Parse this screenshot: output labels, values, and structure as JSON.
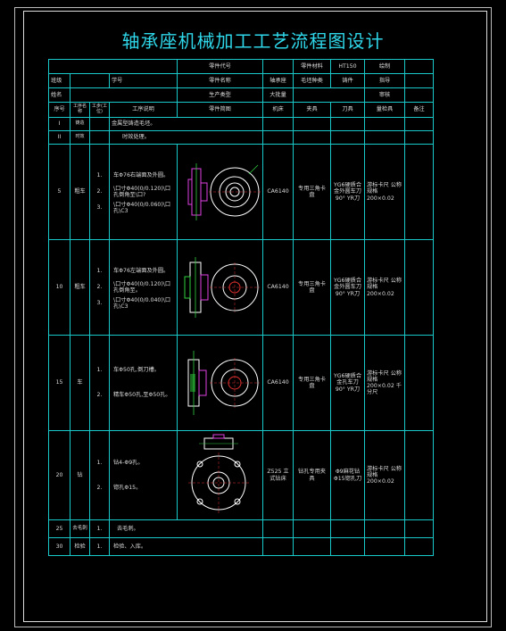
{
  "title": "轴承座机械加工工艺流程图设计",
  "header": {
    "row1": {
      "part_code_label": "零件代号",
      "material_label": "零件材料",
      "material": "HT150",
      "drawn_label": "绘制"
    },
    "row2": {
      "class_label": "班级",
      "student_no_label": "学号",
      "part_name_label": "零件名称",
      "part_name": "轴承座",
      "blank_type_label": "毛坯种类",
      "blank_type": "铸件",
      "guide_label": "指导"
    },
    "row3": {
      "name_label": "姓名",
      "production_type_label": "生产类型",
      "production_type": "大批量",
      "audit_label": "审核"
    },
    "columns": [
      "序号",
      "工序名称",
      "工步(工位)",
      "工序说明",
      "零件简图",
      "机床",
      "夹具",
      "刀具",
      "量检具",
      "备注"
    ]
  },
  "rows": [
    {
      "no": "I",
      "name": "铸造",
      "note": "金属型铸造毛坯。"
    },
    {
      "no": "II",
      "name": "时效",
      "note": "时效处理。"
    },
    {
      "no": "5",
      "name": "粗车",
      "steps": [
        {
          "num": "1.",
          "text": "车Φ76右端面及外圆。"
        },
        {
          "num": "2.",
          "text": "\\口寸Φ40(0/0.120)\\口孔倒角至\\口?"
        },
        {
          "num": "3.",
          "text": "\\口寸Φ40(0/0.060)\\口孔\\C3"
        }
      ],
      "machine": "CA6140",
      "fixture": "专用三角卡盘",
      "tool": "YG6硬质合金外圆车刀90° YR刀",
      "gauge": "游标卡尺 公称规格 200×0.02"
    },
    {
      "no": "10",
      "name": "粗车",
      "steps": [
        {
          "num": "1.",
          "text": "车Φ76左端面及外圆。"
        },
        {
          "num": "2.",
          "text": "\\口寸Φ40(0/0.120)\\口孔倒角至。"
        },
        {
          "num": "3.",
          "text": "\\口寸Φ40(0/0.040)\\口孔\\C3"
        }
      ],
      "machine": "CA6140",
      "fixture": "专用三角卡盘",
      "tool": "YG6硬质合金外圆车刀90° YR刀",
      "gauge": "游标卡尺 公称规格 200×0.02"
    },
    {
      "no": "15",
      "name": "车",
      "steps": [
        {
          "num": "1.",
          "text": "车Φ50孔,倒刀槽。"
        },
        {
          "num": "2.",
          "text": "精车Φ50孔,至Φ50孔。"
        }
      ],
      "machine": "CA6140",
      "fixture": "专用三角卡盘",
      "tool": "YG6硬质合金孔车刀90° YR刀",
      "gauge": "游标卡尺 公称规格 200×0.02 千分尺"
    },
    {
      "no": "20",
      "name": "钻",
      "steps": [
        {
          "num": "1.",
          "text": "钻4-Φ9孔。"
        },
        {
          "num": "2.",
          "text": "锪孔Φ15。"
        }
      ],
      "machine": "Z525 立式钻床",
      "fixture": "钻孔专用夹具",
      "tool": "Φ9麻花钻 Φ15锪孔刀",
      "gauge": "游标卡尺 公称规格 200×0.02"
    },
    {
      "no": "25",
      "name": "去毛刺",
      "step_num": "1.",
      "note": "去毛刺。"
    },
    {
      "no": "30",
      "name": "检验",
      "step_num": "1.",
      "note": "检验、入库。"
    }
  ]
}
